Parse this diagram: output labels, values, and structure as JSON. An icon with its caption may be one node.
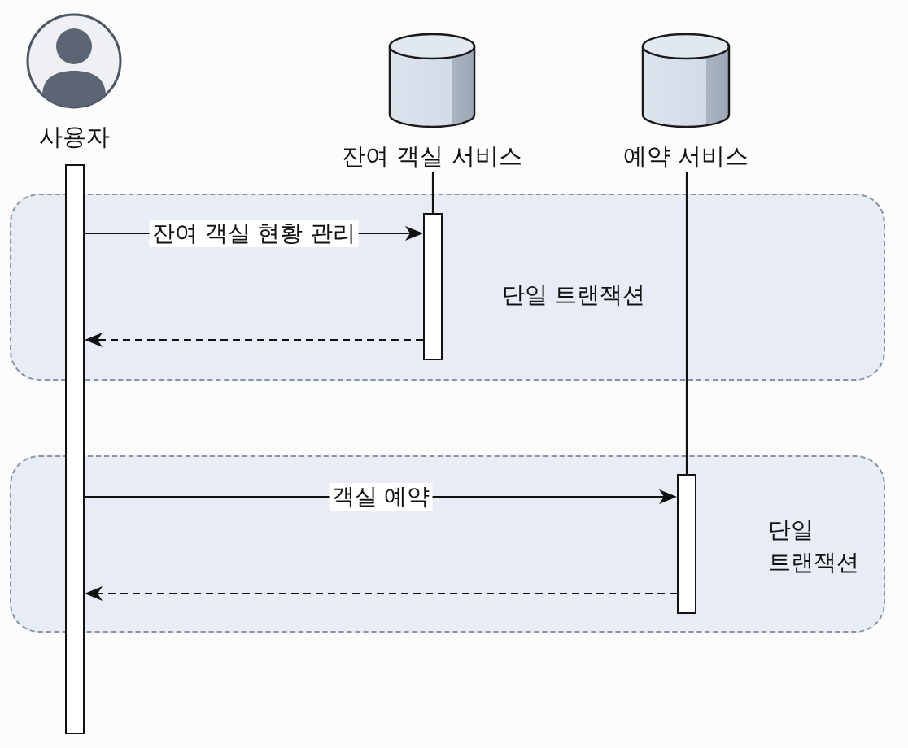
{
  "diagram": {
    "nodes": [
      {
        "text": [
          "사용자"
        ]
      },
      {
        "text": [
          "잔여 객실 서비스"
        ]
      },
      {
        "text": [
          "예약 서비스"
        ]
      },
      {
        "text": [
          "단일 트랜잭션"
        ]
      },
      {
        "text": [
          "단일 트랜잭션"
        ]
      },
      {
        "text": [],
        "shape": "bar"
      },
      {
        "text": [],
        "shape": "bar",
        "in": 3
      },
      {
        "text": [],
        "shape": "bar",
        "in": 4
      }
    ],
    "edges": [
      {
        "from": 1,
        "to": 6,
        "arrow": "none"
      },
      {
        "from": 2,
        "to": 7,
        "arrow": "none"
      },
      {
        "from": 5,
        "to": 6,
        "arrow": "to",
        "label": "잔여 객실 현황 관리"
      },
      {
        "from": 6,
        "to": 5,
        "arrow": "to",
        "style": "dashed"
      },
      {
        "from": 5,
        "to": 7,
        "arrow": "to",
        "label": "객실 예약"
      },
      {
        "from": 7,
        "to": 5,
        "arrow": "to",
        "style": "dashed"
      }
    ]
  }
}
